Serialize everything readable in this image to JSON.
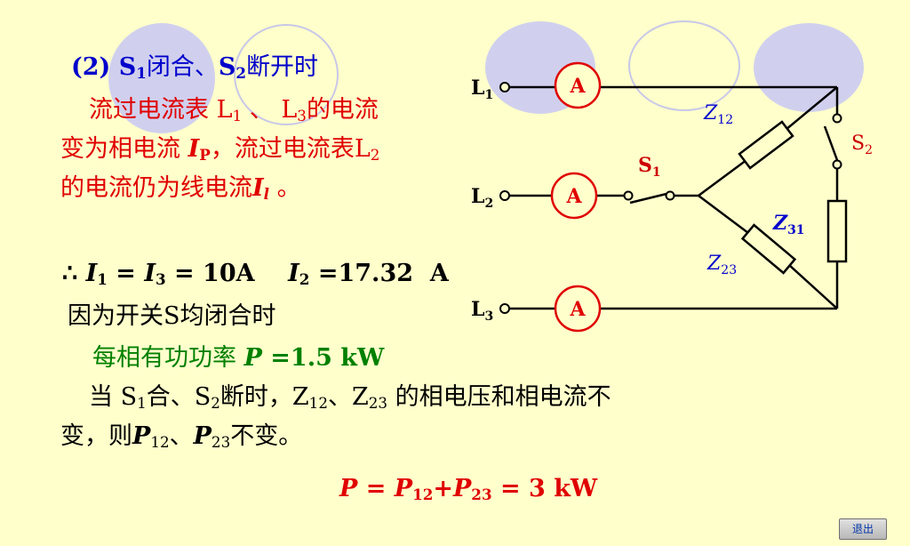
{
  "left_text": {
    "heading": {
      "prefix": "(2) ",
      "s1": "S",
      "s1_sub": "1",
      "mid": "闭合、",
      "s2": "S",
      "s2_sub": "2",
      "tail": "断开时"
    },
    "para1": {
      "l1a": "流过电流表 L",
      "l1a_sub": "1",
      "l1b": " 、 L",
      "l1b_sub": "3",
      "l1c": "的电流",
      "l2a": "变为相电流 ",
      "l2b": "I",
      "l2b_sub": "P",
      "l2c": "，流过电流表L",
      "l2c_sub": "2",
      "l3a": "的电流仍为线电流",
      "l3b": "I",
      "l3b_sub": "l",
      "l3c": " 。"
    },
    "result": {
      "therefore": "∴ ",
      "i1": "I",
      "i1_sub": "1",
      "eq1": " = ",
      "i3": "I",
      "i3_sub": "3",
      "eq2": " = 10A    ",
      "i2": "I",
      "i2_sub": "2",
      "eq3": " =17.32  A"
    },
    "because": "因为开关S均闭合时",
    "power_line": {
      "text": "每相有功功率 ",
      "p": "P",
      "value": " =1.5 kW"
    },
    "para2": {
      "a": "当 S",
      "a_sub": "1",
      "b": "合、S",
      "b_sub": "2",
      "c": "断时，Z",
      "c_sub": "12",
      "d": "、Z",
      "d_sub": "23",
      "e": " 的相电压和相电流不",
      "f": "变，则",
      "p12": "P",
      "p12_sub": "12",
      "g": "、",
      "p23": "P",
      "p23_sub": "23",
      "h": "不变。"
    },
    "final": {
      "p": "P",
      "eq": " = ",
      "p12": "P",
      "p12_sub": "12",
      "plus": "+",
      "p23": "P",
      "p23_sub": "23",
      "value": " = 3 kW"
    }
  },
  "circuit": {
    "L1": "L",
    "L1_sub": "1",
    "L2": "L",
    "L2_sub": "2",
    "L3": "L",
    "L3_sub": "3",
    "ammeter": "A",
    "Z12": "Z",
    "Z12_sub": "12",
    "Z23": "Z",
    "Z23_sub": "23",
    "Z31": "Z",
    "Z31_sub": "31",
    "S1": "S",
    "S1_sub": "1",
    "S2": "S",
    "S2_sub": "2",
    "colors": {
      "line": "#000000",
      "ammeter": "#e00000",
      "label_blue": "#0000cc",
      "switch_red": "#cc0000",
      "bubble": "#d0d0ee"
    }
  },
  "nav": {
    "exit_label": "退出"
  }
}
